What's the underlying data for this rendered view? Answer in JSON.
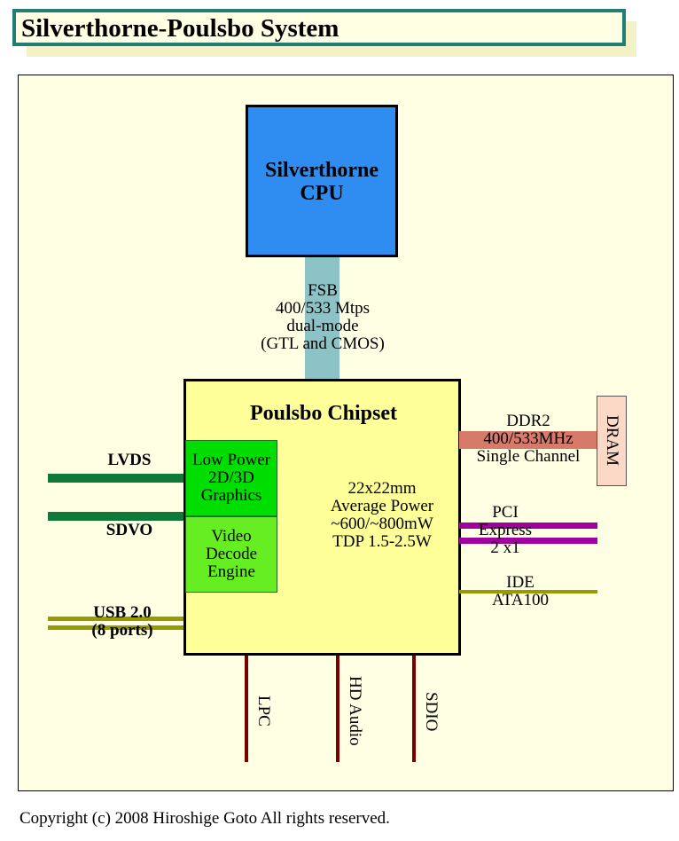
{
  "title": "Silverthorne-Poulsbo System",
  "cpu": {
    "line1": "Silverthorne",
    "line2": "CPU"
  },
  "fsb": {
    "lines": [
      "FSB",
      "400/533 Mtps",
      "dual-mode",
      "(GTL and CMOS)"
    ]
  },
  "chipset": {
    "title": "Poulsbo Chipset",
    "graphics": [
      "Low Power",
      "2D/3D",
      "Graphics"
    ],
    "video": [
      "Video",
      "Decode",
      "Engine"
    ],
    "specs": [
      "22x22mm",
      "Average Power",
      "~600/~800mW",
      "TDP 1.5-2.5W"
    ]
  },
  "dram": {
    "label": "DRAM",
    "bus": [
      "DDR2",
      "400/533MHz",
      "Single Channel"
    ]
  },
  "pci": [
    "PCI",
    "Express",
    "2 x1"
  ],
  "ide": [
    "IDE",
    "ATA100"
  ],
  "left_buses": {
    "lvds": "LVDS",
    "sdvo": "SDVO",
    "usb": [
      "USB 2.0",
      "(8 ports)"
    ]
  },
  "bottom_buses": [
    "LPC",
    "HD Audio",
    "SDIO"
  ],
  "colors": {
    "cpu": "#2f8cf0",
    "chipset": "#ffff99",
    "graphics": "#00dd00",
    "video": "#66ee22",
    "fsb": "#8cc3c6",
    "ddr": "#d77a6a",
    "dram": "#fcd8c6",
    "pci": "#a000a0",
    "ide": "#999900",
    "lvds": "#0e7a3a",
    "bottom": "#7a0000",
    "title_border": "#1f7f74"
  },
  "copyright": "Copyright (c) 2008 Hiroshige Goto All rights reserved."
}
